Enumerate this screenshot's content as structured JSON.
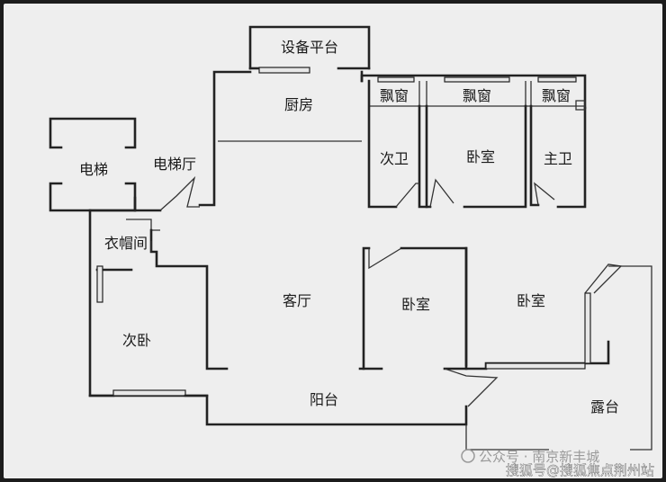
{
  "labels": {
    "equipment_platform": "设备平台",
    "kitchen": "厨房",
    "bay_window_1": "飘窗",
    "bay_window_2": "飘窗",
    "bay_window_3": "飘窗",
    "guest_bathroom": "次卫",
    "bedroom_top": "卧室",
    "master_bathroom": "主卫",
    "elevator": "电梯",
    "elevator_hall": "电梯厅",
    "cloakroom": "衣帽间",
    "living_room": "客厅",
    "bedroom_middle": "卧室",
    "bedroom_right": "卧室",
    "second_bedroom": "次卧",
    "balcony": "阳台",
    "terrace": "露台"
  },
  "watermark": {
    "line1": "公众号 · 南京新丰城",
    "line2": "搜狐号@搜狐焦点荆州站"
  },
  "colors": {
    "background": "#eeeeee",
    "frame": "#1c1c1c",
    "wall": "#222222",
    "watermark1": "#9a9a9a",
    "watermark2": "#ffffff"
  }
}
